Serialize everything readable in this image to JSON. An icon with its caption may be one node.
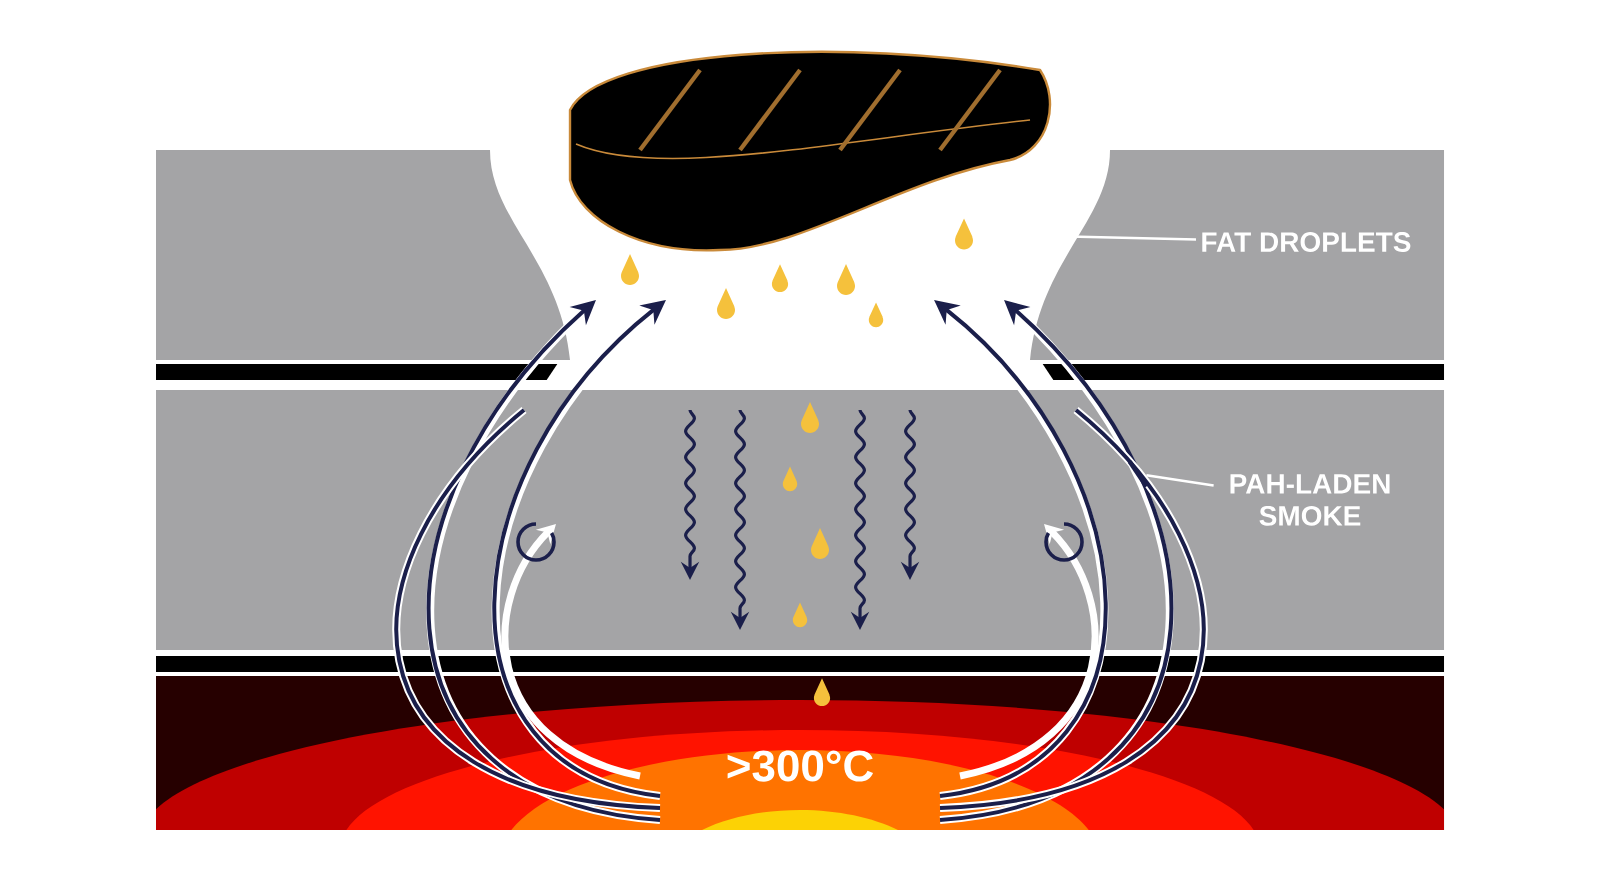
{
  "diagram": {
    "nodes": [
      {
        "text": [
          "FAT DROPLETS"
        ]
      },
      {
        "text": [],
        "shape": "drop"
      },
      {
        "text": [
          "PAH-LADEN SMOKE"
        ]
      },
      {
        "text": [],
        "shape": "line"
      }
    ],
    "edges": [
      {
        "from": 0,
        "to": 1,
        "arrow": "none"
      },
      {
        "from": 2,
        "to": 3,
        "arrow": "none"
      }
    ],
    "labels": [
      ">300°C"
    ]
  }
}
